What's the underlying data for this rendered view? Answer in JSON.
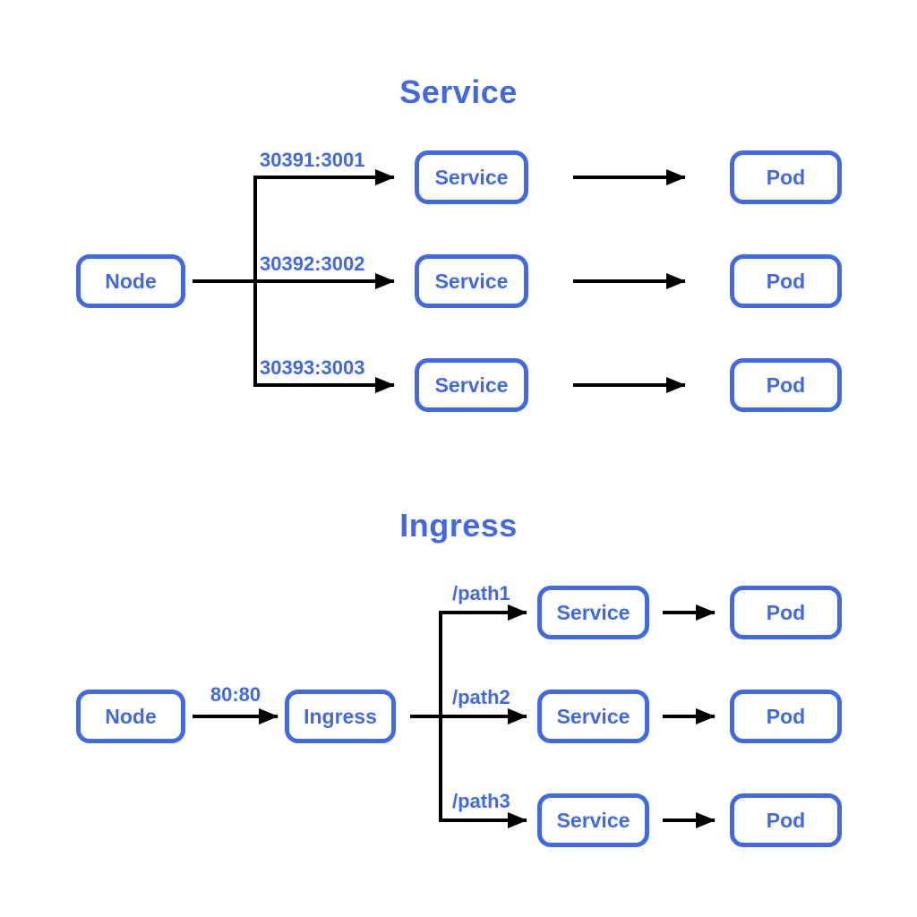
{
  "colors": {
    "accent": "#4169E1",
    "arrow": "#000000",
    "background": "#ffffff"
  },
  "diagram": {
    "service_flow": {
      "title": "Service",
      "node": "Node",
      "branches": [
        {
          "label": "30391:3001",
          "service": "Service",
          "pod": "Pod"
        },
        {
          "label": "30392:3002",
          "service": "Service",
          "pod": "Pod"
        },
        {
          "label": "30393:3003",
          "service": "Service",
          "pod": "Pod"
        }
      ]
    },
    "ingress_flow": {
      "title": "Ingress",
      "node": "Node",
      "ingress": "Ingress",
      "port_label": "80:80",
      "branches": [
        {
          "label": "/path1",
          "service": "Service",
          "pod": "Pod"
        },
        {
          "label": "/path2",
          "service": "Service",
          "pod": "Pod"
        },
        {
          "label": "/path3",
          "service": "Service",
          "pod": "Pod"
        }
      ]
    }
  }
}
